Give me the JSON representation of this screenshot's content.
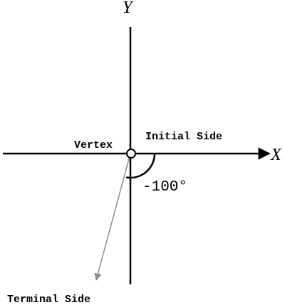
{
  "diagram": {
    "axes": {
      "x_label": "X",
      "y_label": "Y"
    },
    "labels": {
      "vertex": "Vertex",
      "initial_side": "Initial Side",
      "terminal_side": "Terminal Side",
      "angle": "-100°"
    },
    "angle_degrees": -100,
    "colors": {
      "axes": "#000000",
      "terminal_side": "#8c8c8c",
      "arc": "#000000",
      "vertex_fill": "#ffffff"
    }
  }
}
